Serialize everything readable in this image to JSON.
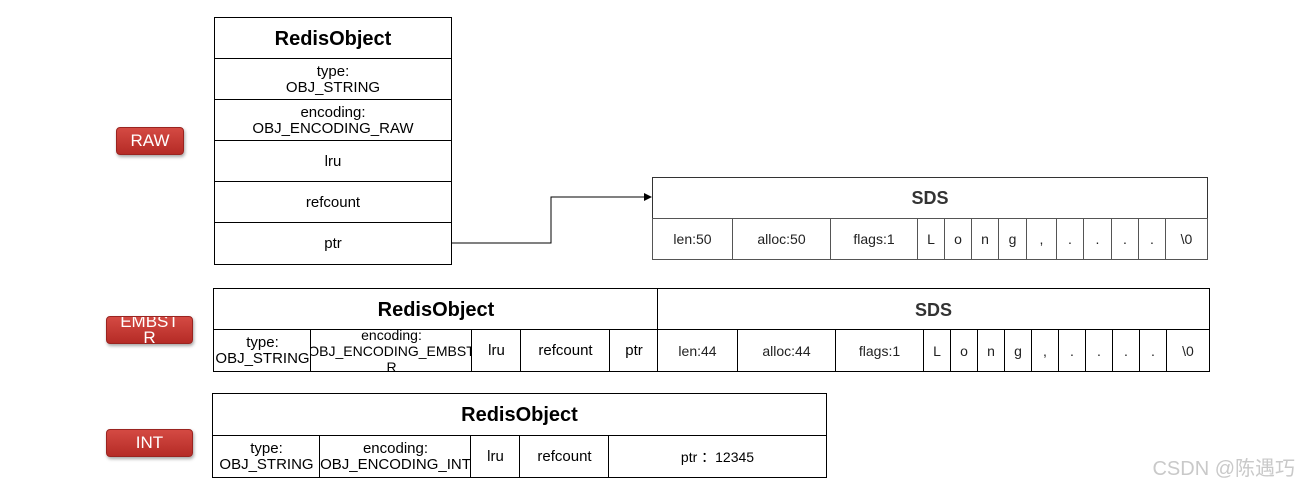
{
  "badges": {
    "raw": "RAW",
    "embstr": "EMBST\nR",
    "int": "INT"
  },
  "raw": {
    "title": "RedisObject",
    "type": "type:\nOBJ_STRING",
    "encoding": "encoding:\nOBJ_ENCODING_RAW",
    "lru": "lru",
    "refcount": "refcount",
    "ptr": "ptr"
  },
  "raw_sds": {
    "title": "SDS",
    "len": "len:50",
    "alloc": "alloc:50",
    "flags": "flags:1",
    "chars": [
      "L",
      "o",
      "n",
      "g",
      ",",
      ".",
      ".",
      ".",
      ".",
      "\\0"
    ]
  },
  "embstr": {
    "title": "RedisObject",
    "type": "type:\nOBJ_STRING",
    "encoding": "encoding:\nOBJ_ENCODING_EMBST\nR",
    "lru": "lru",
    "refcount": "refcount",
    "ptr": "ptr"
  },
  "embstr_sds": {
    "title": "SDS",
    "len": "len:44",
    "alloc": "alloc:44",
    "flags": "flags:1",
    "chars": [
      "L",
      "o",
      "n",
      "g",
      ",",
      ".",
      ".",
      ".",
      ".",
      "\\0"
    ]
  },
  "int": {
    "title": "RedisObject",
    "type": "type:\nOBJ_STRING",
    "encoding": "encoding:\nOBJ_ENCODING_INT",
    "lru": "lru",
    "refcount": "refcount",
    "ptr": "ptr ：12345"
  },
  "watermark": "CSDN @陈遇巧"
}
